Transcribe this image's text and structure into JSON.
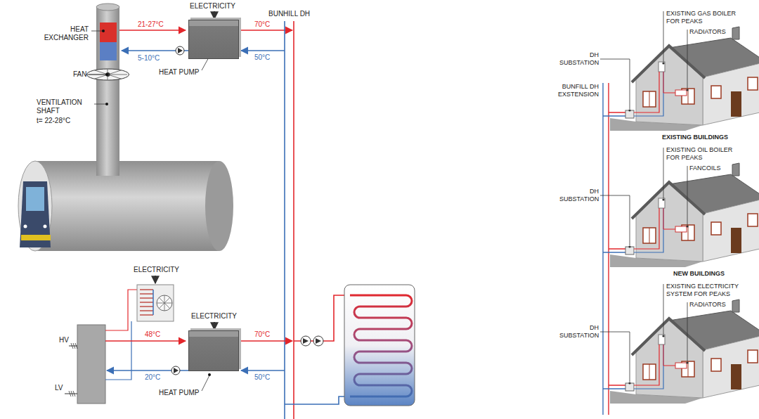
{
  "diagram": {
    "nodes": [
      {
        "text": [
          "HEAT PUMP"
        ]
      },
      {
        "text": [
          "HEAT PUMP"
        ]
      }
    ],
    "labels": [
      "ELECTRICITY",
      "BUNHILL DH",
      "HEAT EXCHANGER",
      "FAN",
      "VENTILATION SHAFT",
      "t= 22-28°C",
      "21-27°C",
      "5-10°C",
      "70°C",
      "50°C",
      "ELECTRICITY",
      "ELECTRICITY",
      "HV",
      "LV",
      "48°C",
      "20°C",
      "70°C",
      "50°C",
      "EXISTING GAS BOILER FOR PEAKS",
      "RADIATORS",
      "DH SUBSTATION",
      "BUNFILL DH EXSTENSION",
      "EXISTING BUILDINGS",
      "EXISTING OIL BOILER FOR PEAKS",
      "FANCOILS",
      "DH SUBSTATION",
      "NEW BUILDINGS",
      "EXISTING ELECTRICITY SYSTEM FOR PEAKS",
      "RADIATORS",
      "DH SUBSTATION"
    ]
  }
}
